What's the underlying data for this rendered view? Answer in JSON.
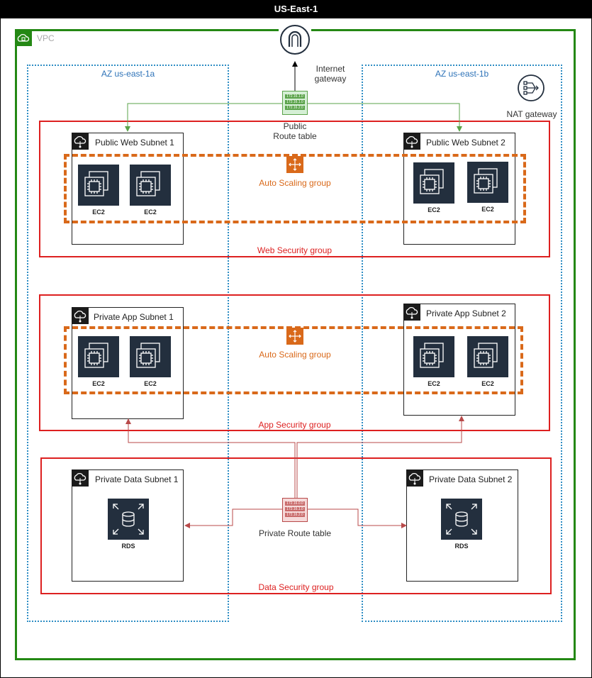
{
  "region": {
    "title": "US-East-1"
  },
  "vpc": {
    "label": "VPC"
  },
  "azs": {
    "a": "AZ us-east-1a",
    "b": "AZ us-east-1b"
  },
  "gateways": {
    "internet": "Internet\ngateway",
    "nat": "NAT gateway"
  },
  "route_tables": {
    "public_line1": "Public",
    "public_line2": "Route table",
    "private": "Private Route table",
    "public_rows": [
      "172.16.1.0",
      "172.16.1.0",
      "172.16.2.0"
    ],
    "private_rows": [
      "172.16.0.0",
      "172.16.1.0",
      "172.16.2.0"
    ]
  },
  "security_groups": {
    "web": "Web Security group",
    "app": "App Security group",
    "data": "Data Security group"
  },
  "auto_scaling": {
    "web": "Auto Scaling group",
    "app": "Auto Scaling group"
  },
  "subnets": {
    "public_web_1": "Public Web Subnet 1",
    "public_web_2": "Public Web Subnet 2",
    "private_app_1": "Private App Subnet 1",
    "private_app_2": "Private App Subnet 2",
    "private_data_1": "Private Data Subnet 1",
    "private_data_2": "Private Data Subnet 2"
  },
  "nodes": {
    "ec2": "EC2",
    "rds": "RDS"
  },
  "colors": {
    "vpc": "#248814",
    "az": "#2e8dc4",
    "sg": "#dd2020",
    "asg": "#d9691a",
    "public_arrow": "#5aa34a",
    "private_arrow": "#b84a4a"
  }
}
